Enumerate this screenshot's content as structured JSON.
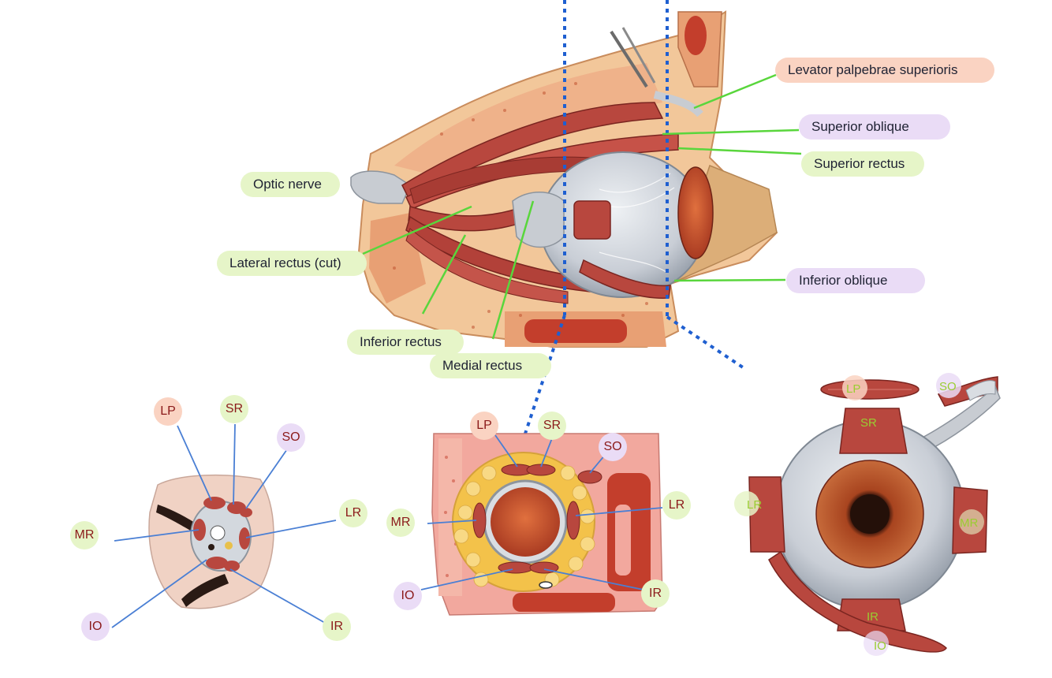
{
  "labels": {
    "levator": "Levator palpebrae superioris",
    "superior_oblique": "Superior oblique",
    "superior_rectus": "Superior rectus",
    "optic_nerve": "Optic nerve",
    "lateral_rectus_cut": "Lateral rectus (cut)",
    "inferior_oblique": "Inferior oblique",
    "inferior_rectus": "Inferior rectus",
    "medial_rectus": "Medial rectus"
  },
  "apex": {
    "lp": "LP",
    "sr": "SR",
    "so": "SO",
    "mr": "MR",
    "lr": "LR",
    "io": "IO",
    "ir": "IR"
  },
  "coronal": {
    "lp": "LP",
    "sr": "SR",
    "so": "SO",
    "mr": "MR",
    "lr": "LR",
    "io": "IO",
    "ir": "IR"
  },
  "front": {
    "lp": "LP",
    "so": "SO",
    "sr": "SR",
    "lr": "LR",
    "mr": "MR",
    "ir": "IR",
    "io": "IO"
  },
  "colors": {
    "leader_green": "#59d63c",
    "leader_blue": "#4a7fd4",
    "dotted_blue": "#1f5fd0",
    "muscle": "#b8473e",
    "globe": "#d9dde2",
    "bone": "#f2c79a",
    "fat": "#f3c24a"
  }
}
